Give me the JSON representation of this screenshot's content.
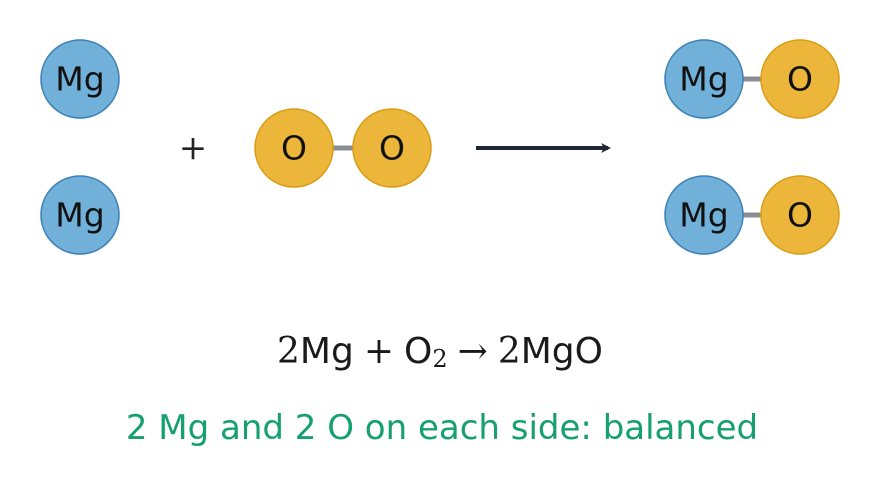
{
  "colors": {
    "mg_fill": "#71b0d8",
    "mg_stroke": "#3a7fb5",
    "o_fill": "#ecb63a",
    "o_stroke": "#d99c14",
    "bond": "#8a8d91",
    "arrow": "#1e2533",
    "status": "#15a06e"
  },
  "reactants": {
    "magnesium_1": {
      "label": "Mg"
    },
    "magnesium_2": {
      "label": "Mg"
    },
    "plus": "+",
    "oxygen_molecule": {
      "atom_1": "O",
      "atom_2": "O"
    }
  },
  "products": {
    "mgo_1": {
      "metal": "Mg",
      "oxygen": "O"
    },
    "mgo_2": {
      "metal": "Mg",
      "oxygen": "O"
    }
  },
  "equation": {
    "coef_reactant": "2",
    "mg": "Mg",
    "plus": "+",
    "o": "O",
    "o_subscript": "2",
    "arrow": "→",
    "coef_product": "2",
    "product": "MgO"
  },
  "status_note": "2 Mg and 2 O on each side: balanced"
}
